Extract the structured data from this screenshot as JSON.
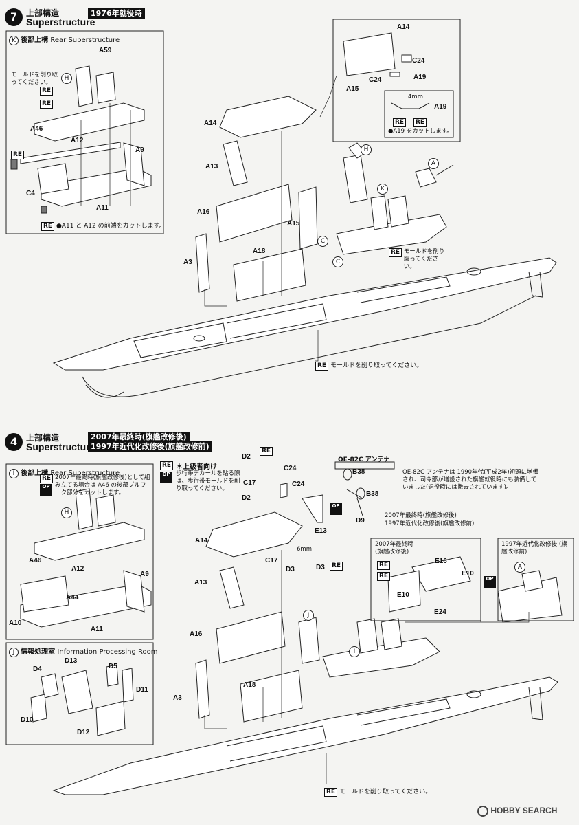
{
  "step7": {
    "number": "7",
    "title_jp": "上部構造",
    "title_en": "Superstructure",
    "badge": "1976年就役時",
    "rear_box": {
      "circle": "K",
      "title_jp": "後部上構",
      "title_en": "Rear Superstructure"
    },
    "mold_note": "モールドを削り取ってください。",
    "cut_note": "●A11 と A12 の前端をカットします。",
    "inset_cut_note": "●A19 をカットします。",
    "inset_dim": "4mm",
    "labels": {
      "a59": "A59",
      "h": "H",
      "a46": "A46",
      "a12": "A12",
      "a9": "A9",
      "c4": "C4",
      "a11": "A11",
      "a14": "A14",
      "a13": "A13",
      "a16": "A16",
      "a3": "A3",
      "a18": "A18",
      "a15": "A15",
      "c": "C",
      "k": "K",
      "a": "A",
      "c24": "C24",
      "c24b": "C24",
      "a19": "A19",
      "a15b": "A15",
      "a14b": "A14",
      "a19b": "A19"
    },
    "re": "RE"
  },
  "step4": {
    "number": "4",
    "title_jp": "上部構造",
    "title_en": "Superstructure",
    "badge1": "2007年最終時(旗艦改修後)",
    "badge2": "1997年近代化改修後(旗艦改修前)",
    "rear_box": {
      "circle": "I",
      "title_jp": "後部上構",
      "title_en": "Rear Superstructure"
    },
    "info_box": {
      "circle": "J",
      "title_jp": "情報処理室",
      "title_en": "Information Processing Room"
    },
    "rear_note": "2007年最終時(旗艦改修後)として組み立てる場合は A46 の後部ブルワーク部分をカットします。",
    "advanced_title": "＊上級者向け",
    "advanced_note": "歩行帯デカールを貼る際は、歩行帯モールドを削り取ってください。",
    "antenna_title": "OE-82C アンテナ",
    "antenna_note": "OE-82C アンテナは 1990年代(平成2年)初頭に増備され、司令部が増設された旗艦就役時にも装備していました(退役時には撤去されています)。",
    "config_line1": "2007年最終時(旗艦改修後)",
    "config_line2": "1997年近代化改修後(旗艦改修前)",
    "box2007": "2007年最終時 (旗艦改修後)",
    "box1997": "1997年近代化改修後 (旗艦改修前)",
    "mold_note": "モールドを削り取ってください。",
    "dim": "6mm",
    "labels": {
      "h": "H",
      "a46": "A46",
      "a12": "A12",
      "a9": "A9",
      "a44": "A44",
      "a10": "A10",
      "a11": "A11",
      "d4": "D4",
      "d13": "D13",
      "d5": "D5",
      "d11": "D11",
      "d10": "D10",
      "d12": "D12",
      "d2": "D2",
      "c17": "C17",
      "d2b": "D2",
      "c24": "C24",
      "c24b": "C24",
      "e13": "E13",
      "a14": "A14",
      "c17b": "C17",
      "d3": "D3",
      "d3b": "D3",
      "a13": "A13",
      "a16": "A16",
      "a3": "A3",
      "a18": "A18",
      "j": "J",
      "i": "I",
      "b38": "B38",
      "b38b": "B38",
      "d9": "D9",
      "e16": "E16",
      "e10": "E10",
      "e10b": "E10",
      "e24": "E24",
      "a": "A"
    },
    "re": "RE",
    "op": "OP"
  },
  "watermark": "HOBBY SEARCH"
}
